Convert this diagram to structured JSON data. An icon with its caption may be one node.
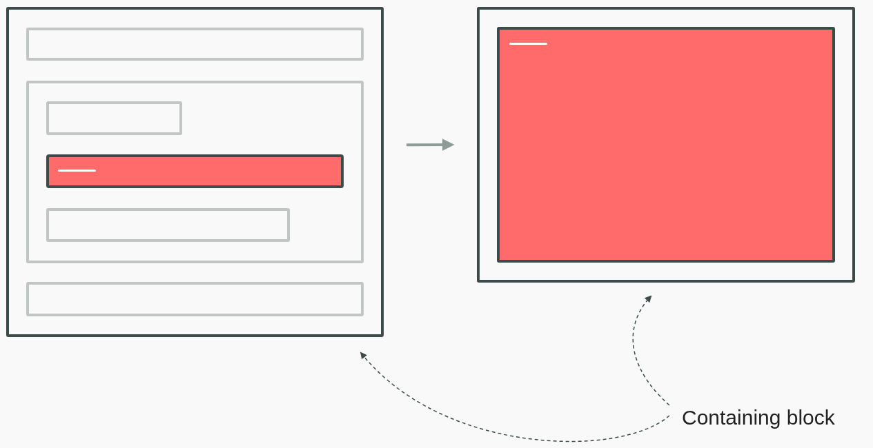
{
  "diagram": {
    "nodes": [
      {
        "text": [],
        "shape": "box"
      },
      {
        "text": [],
        "shape": "box",
        "in": 0
      },
      {
        "text": [],
        "shape": "box",
        "in": 0
      },
      {
        "text": [],
        "shape": "box",
        "in": 2
      },
      {
        "text": [],
        "shape": "bar",
        "in": 2
      },
      {
        "text": [],
        "shape": "box",
        "in": 2
      },
      {
        "text": [],
        "shape": "box",
        "in": 0
      },
      {
        "text": [],
        "shape": "box"
      },
      {
        "text": [],
        "shape": "box",
        "in": 7
      },
      {
        "text": [
          "Containing block"
        ]
      }
    ],
    "edges": [
      {
        "from": 0,
        "to": 7,
        "arrow": "to",
        "style": "thick",
        "color": "#8e9c98"
      },
      {
        "from": 9,
        "to": 0,
        "arrow": "to",
        "style": "dashed"
      },
      {
        "from": 9,
        "to": 7,
        "arrow": "to",
        "style": "dashed"
      }
    ]
  }
}
